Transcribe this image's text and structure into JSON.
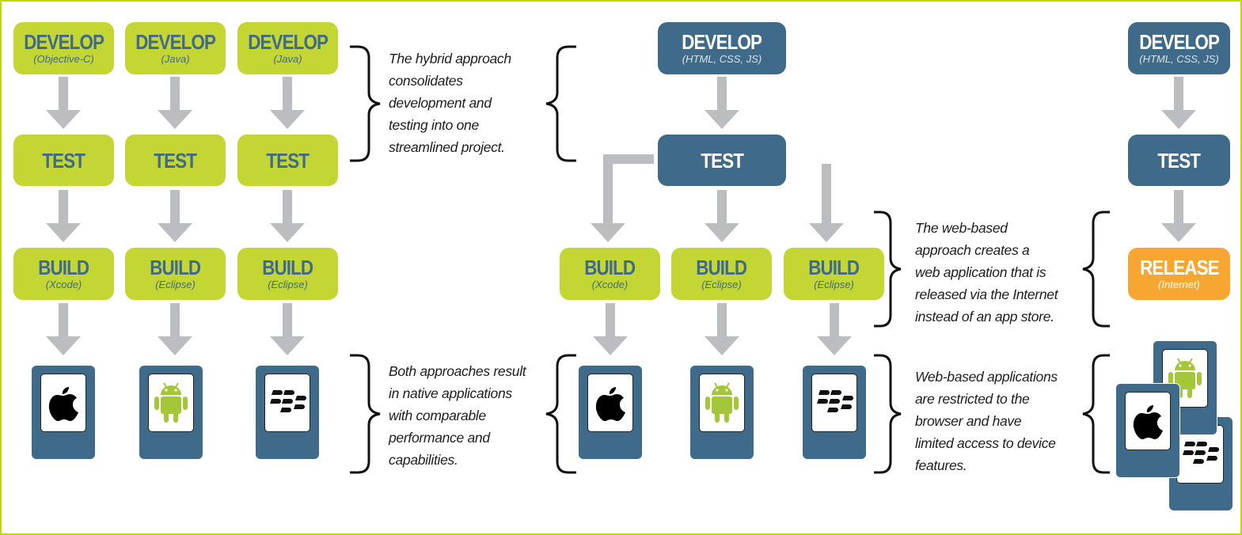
{
  "labels": {
    "develop": "DEVELOP",
    "test": "TEST",
    "build": "BUILD",
    "release": "RELEASE"
  },
  "subs": {
    "objective_c": "(Objective-C)",
    "java": "(Java)",
    "html_css_js": "(HTML, CSS, JS)",
    "xcode": "(Xcode)",
    "eclipse": "(Eclipse)",
    "internet": "(Internet)"
  },
  "notes": {
    "hybrid": [
      "The hybrid approach",
      "consolidates",
      "development and",
      "testing into one",
      "streamlined project."
    ],
    "both": [
      "Both approaches result",
      "in native applications",
      "with ",
      "comparable",
      "performance and",
      "capabilities."
    ],
    "webbased": [
      "The web-based",
      "approach creates a",
      "web application",
      " that is",
      "released via the Internet",
      "instead of an app store."
    ],
    "webapps": [
      "Web-based applications",
      "are ",
      "restricted",
      " to the",
      "browser and have",
      "limited access to device",
      "features."
    ]
  },
  "colors": {
    "green": "#c4d634",
    "blue": "#3f6a8a",
    "orange": "#f7a731",
    "arrow": "#bcbdc0",
    "border": "#c4d600"
  },
  "icons": [
    "apple-icon",
    "android-icon",
    "blackberry-icon"
  ]
}
